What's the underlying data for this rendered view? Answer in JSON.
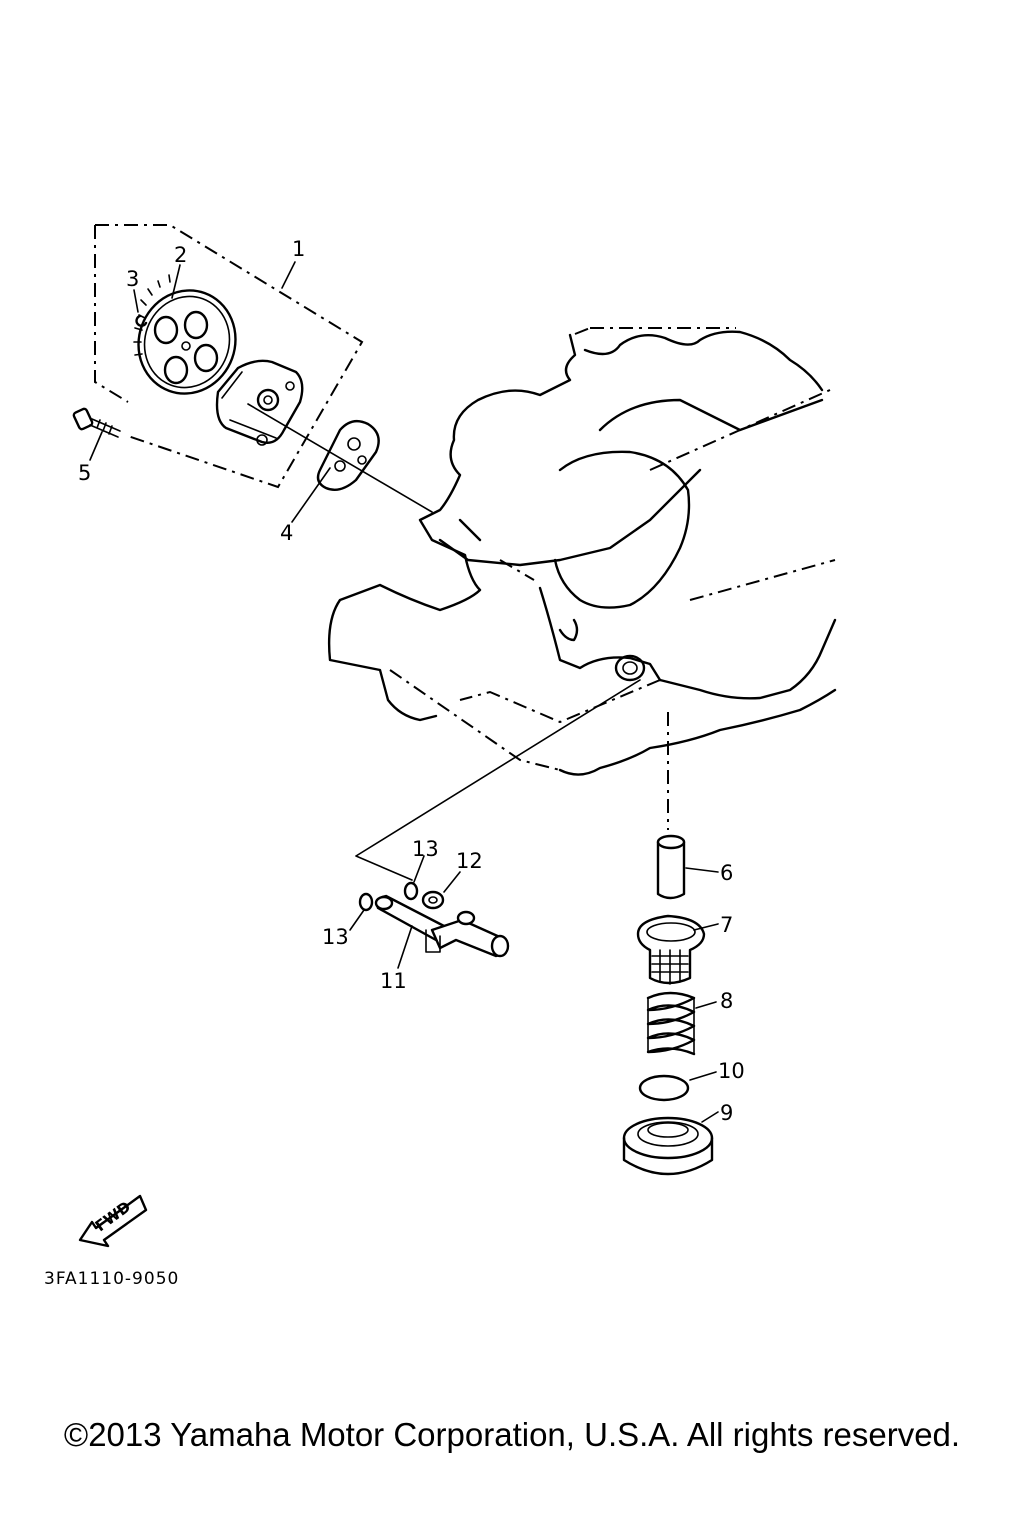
{
  "diagram": {
    "callouts": [
      "1",
      "2",
      "3",
      "4",
      "5",
      "6",
      "7",
      "8",
      "9",
      "10",
      "11",
      "12",
      "13",
      "13"
    ],
    "fwd_label": "FWD",
    "diagram_code": "3FA1110-9050"
  },
  "footer": {
    "copyright": "©2013 Yamaha Motor Corporation, U.S.A. All rights reserved."
  }
}
